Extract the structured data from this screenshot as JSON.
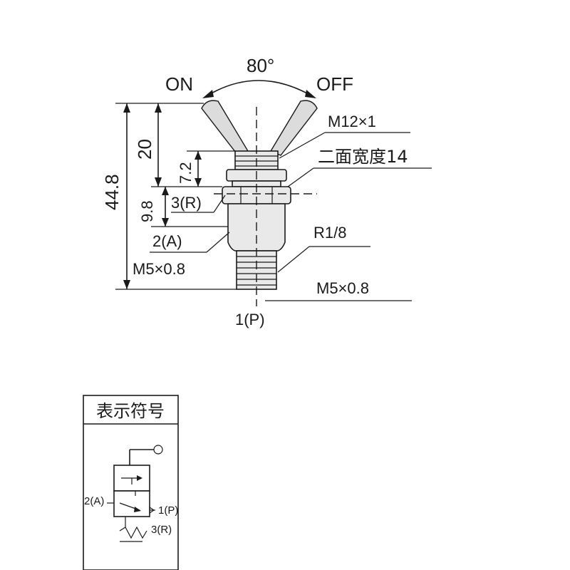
{
  "drawing": {
    "angle_label": "80°",
    "on_label": "ON",
    "off_label": "OFF",
    "thread_top_label": "M12×1",
    "width_across_flats_label": "二面宽度14",
    "pipe_thread_label": "R1/8",
    "right_bottom_thread_label": "M5×0.8",
    "left_bottom_thread_label": "M5×0.8",
    "port_p_label": "1(P)",
    "port_a_label": "2(A)",
    "port_r_label": "3(R)",
    "dim_overall": "44.8",
    "dim_20": "20",
    "dim_7_2": "7.2",
    "dim_9_8": "9.8"
  },
  "symbol_box": {
    "title": "表示符号",
    "port_a_label": "2(A)",
    "port_p_label": "1(P)",
    "port_r_label": "3(R)"
  }
}
